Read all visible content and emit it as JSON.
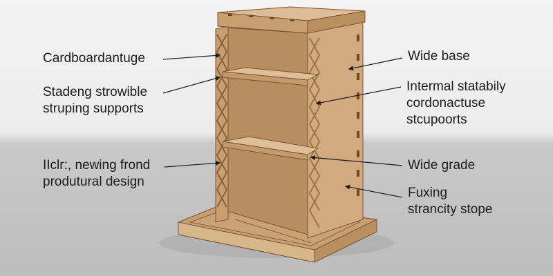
{
  "labels": {
    "left": [
      {
        "id": "cardboard",
        "lines": [
          "Cardboardantuge"
        ]
      },
      {
        "id": "stadeng",
        "lines": [
          "Stadeng strowible",
          "struping supports"
        ]
      },
      {
        "id": "newing",
        "lines": [
          "IIclr:, newing frond",
          "produtural design"
        ]
      }
    ],
    "right": [
      {
        "id": "wide-base",
        "lines": [
          "Wide base"
        ]
      },
      {
        "id": "internal",
        "lines": [
          "Intermal statabily",
          "cordonactuse",
          "stcupoorts"
        ]
      },
      {
        "id": "wide-grade",
        "lines": [
          "Wide grade"
        ]
      },
      {
        "id": "fuxing",
        "lines": [
          "Fuxing",
          "strancity stope"
        ]
      }
    ]
  },
  "colors": {
    "cardboard_light": "#d6b38a",
    "cardboard_mid": "#c49a6c",
    "cardboard_dark": "#9e7446",
    "cardboard_edge": "#7a5432",
    "text": "#1c1c1c",
    "leader": "#1c1c1c"
  }
}
